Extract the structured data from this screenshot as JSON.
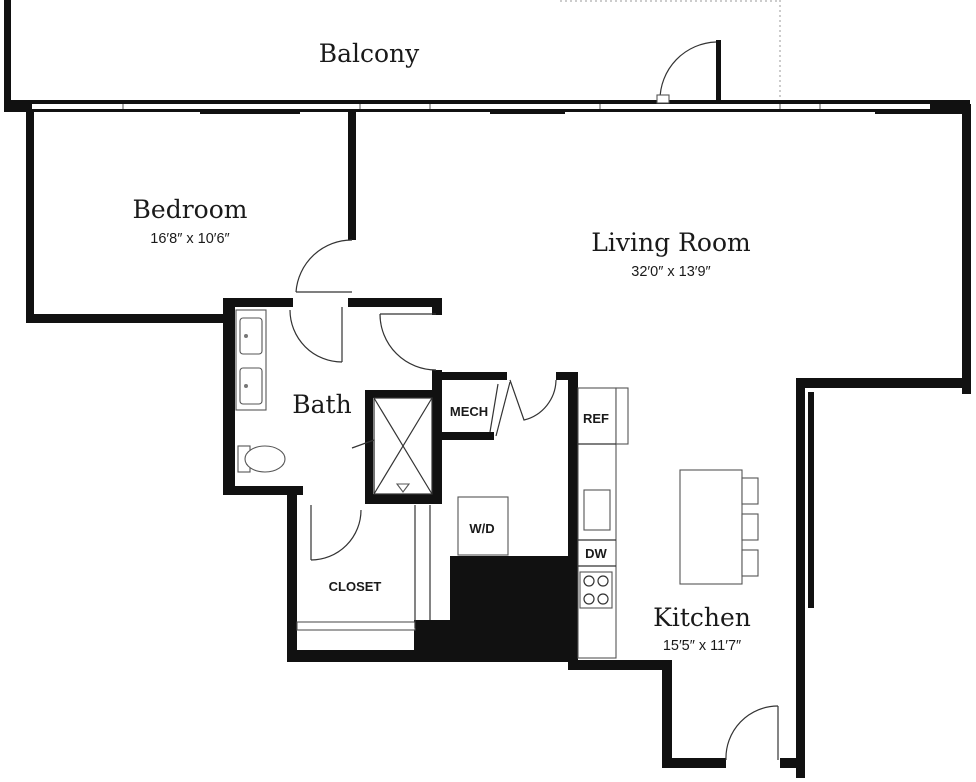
{
  "floor_plan": {
    "rooms": {
      "balcony": {
        "name": "Balcony"
      },
      "bedroom": {
        "name": "Bedroom",
        "dimensions": "16′8″ x 10′6″"
      },
      "living_room": {
        "name": "Living Room",
        "dimensions": "32′0″ x 13′9″"
      },
      "bath": {
        "name": "Bath"
      },
      "kitchen": {
        "name": "Kitchen",
        "dimensions": "15′5″ x 11′7″"
      },
      "closet": {
        "name": "CLOSET"
      }
    },
    "fixtures": {
      "mech": "MECH",
      "ref": "REF",
      "washer_dryer": "W/D",
      "dishwasher": "DW"
    }
  }
}
